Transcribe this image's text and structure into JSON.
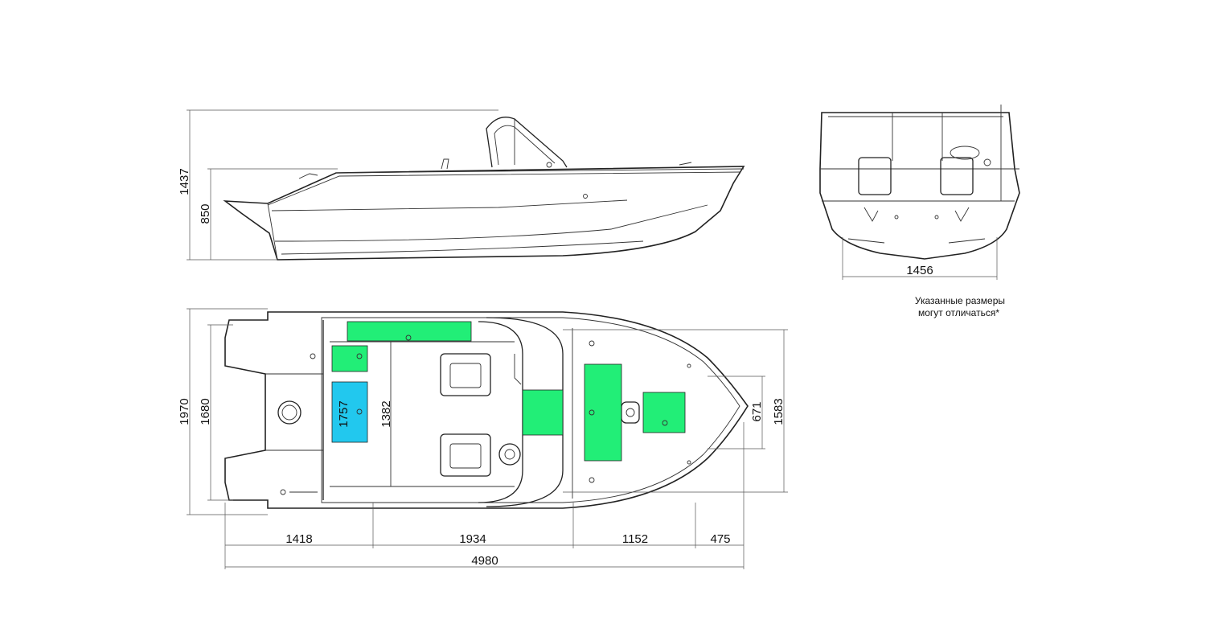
{
  "dimensions": {
    "side_height_total": "1437",
    "side_height_freeboard": "850",
    "rear_beam": "1456",
    "plan_width_total": "1970",
    "plan_width_inner": "1680",
    "cockpit_width": "1382",
    "storage_length": "1757",
    "bow_deck_width": "1583",
    "bow_tip_width": "671",
    "seg_stern": "1418",
    "seg_cockpit": "1934",
    "seg_foredeck": "1152",
    "seg_bow": "475",
    "length_overall": "4980"
  },
  "note": {
    "line1": "Указанные размеры",
    "line2": "могут отличаться*"
  },
  "colors": {
    "green_area": "#22ee77",
    "blue_area": "#22c8ee",
    "line": "#222222"
  }
}
